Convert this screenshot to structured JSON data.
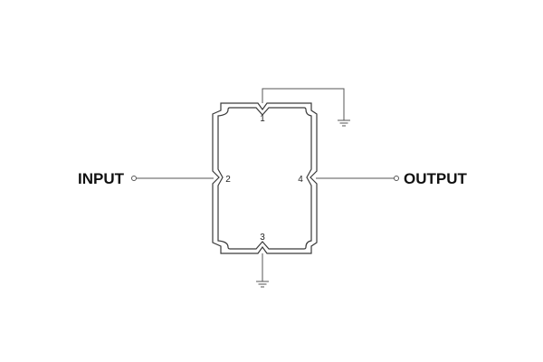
{
  "labels": {
    "input": "INPUT",
    "output": "OUTPUT"
  },
  "pins": {
    "pin1": "1",
    "pin2": "2",
    "pin3": "3",
    "pin4": "4"
  },
  "colors": {
    "wire": "#555555",
    "outline": "#3a3a3a",
    "text": "#111111"
  }
}
